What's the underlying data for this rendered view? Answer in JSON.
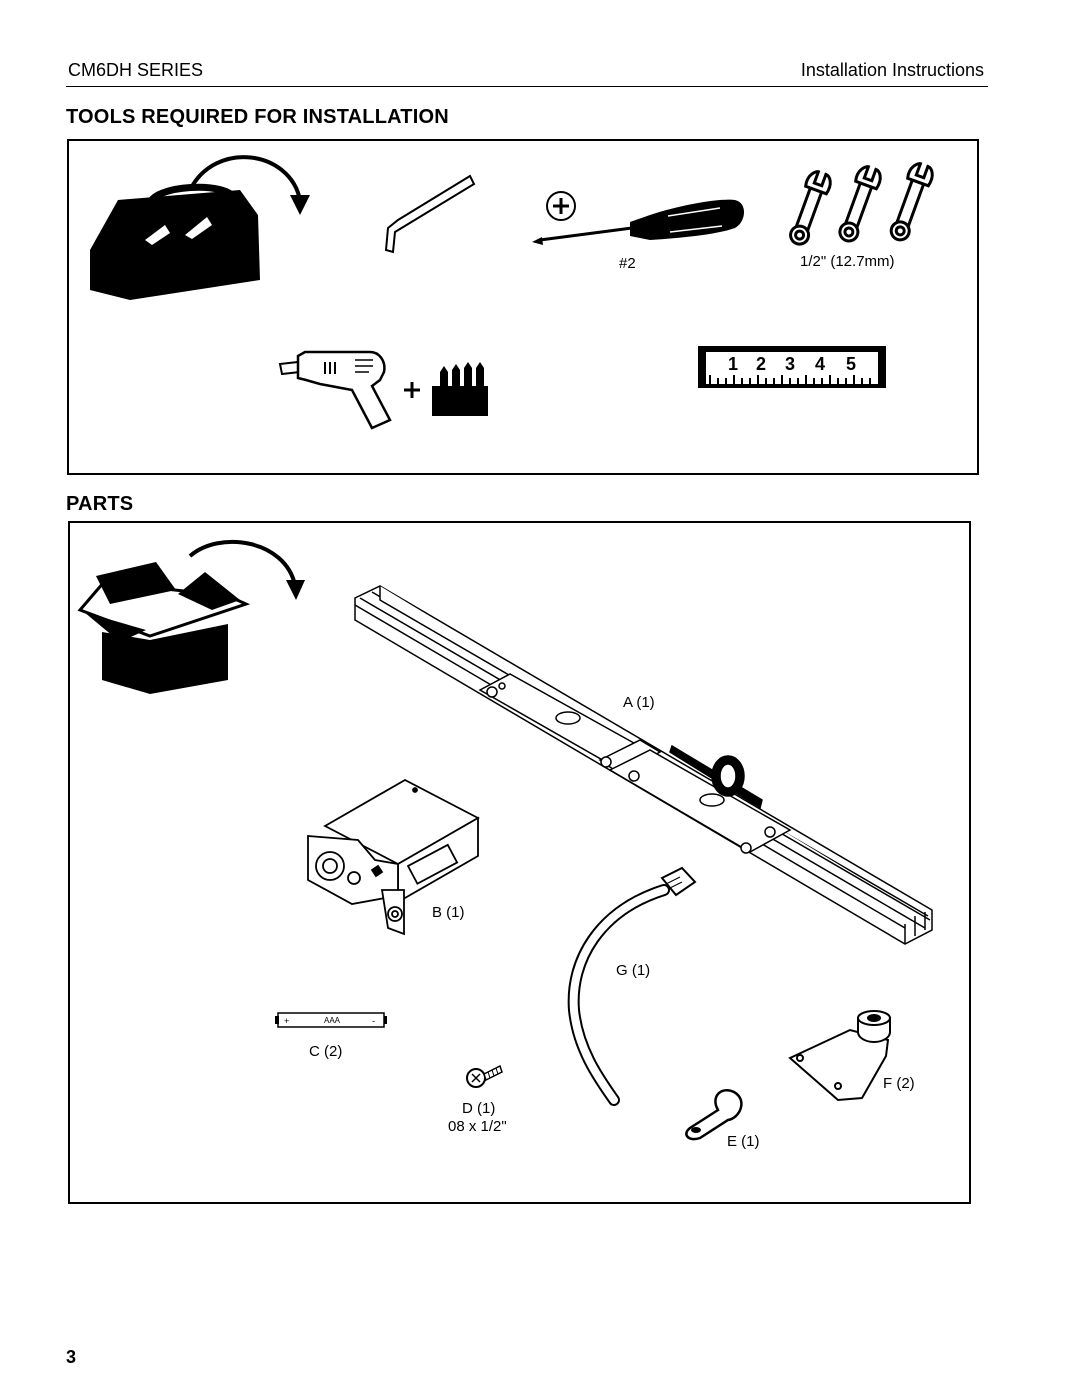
{
  "header": {
    "series": "CM6DH SERIES",
    "doc_type": "Installation Instructions"
  },
  "tools": {
    "title": "TOOLS REQUIRED FOR INSTALLATION",
    "screwdriver_label": "#2",
    "wrench_label": "1/2\" (12.7mm)",
    "ruler_digits": [
      "1",
      "2",
      "3",
      "4",
      "5"
    ]
  },
  "parts": {
    "title": "PARTS",
    "a": "A (1)",
    "b": "B (1)",
    "c": "C (2)",
    "battery_text": "AAA",
    "d": "D (1)",
    "d_size": "08 x 1/2\"",
    "e": "E (1)",
    "f": "F (2)",
    "g": "G (1)"
  },
  "page_number": "3"
}
